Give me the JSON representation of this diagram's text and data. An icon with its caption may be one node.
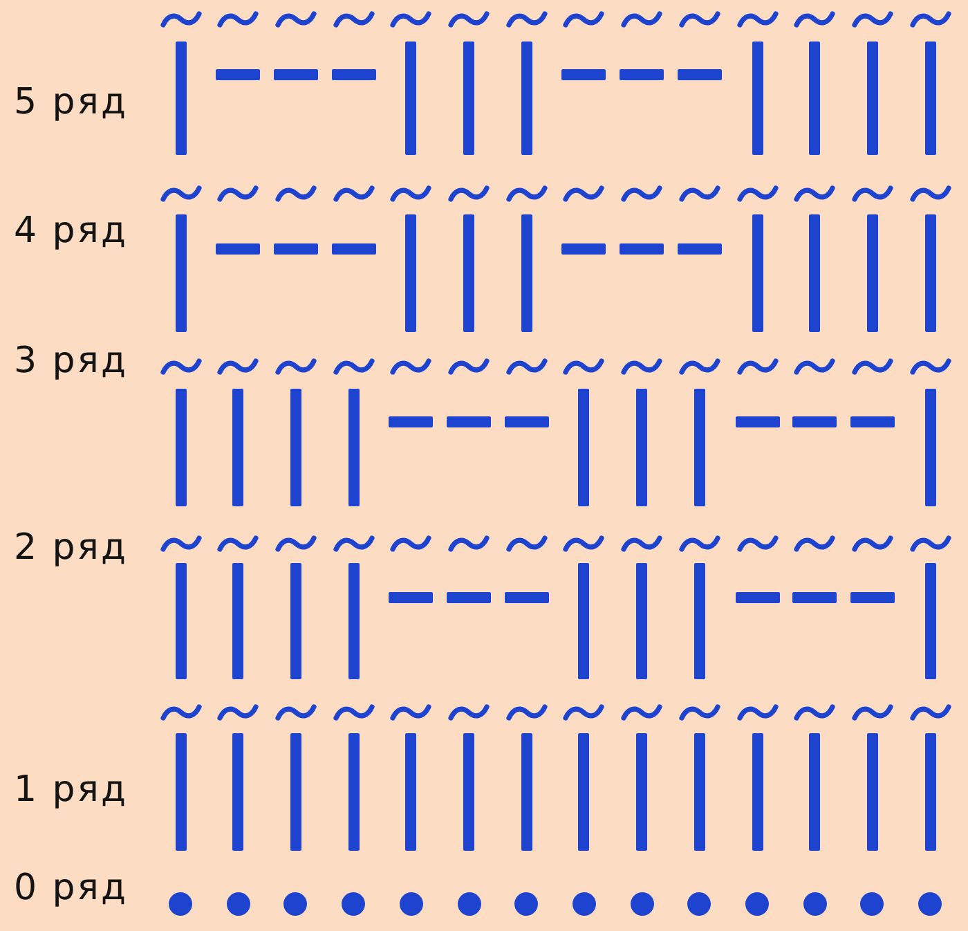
{
  "diagram": {
    "labels": [
      "5 ряд",
      "4 ряд",
      "3 ряд",
      "2 ряд",
      "1 ряд",
      "0 ряд"
    ]
  }
}
